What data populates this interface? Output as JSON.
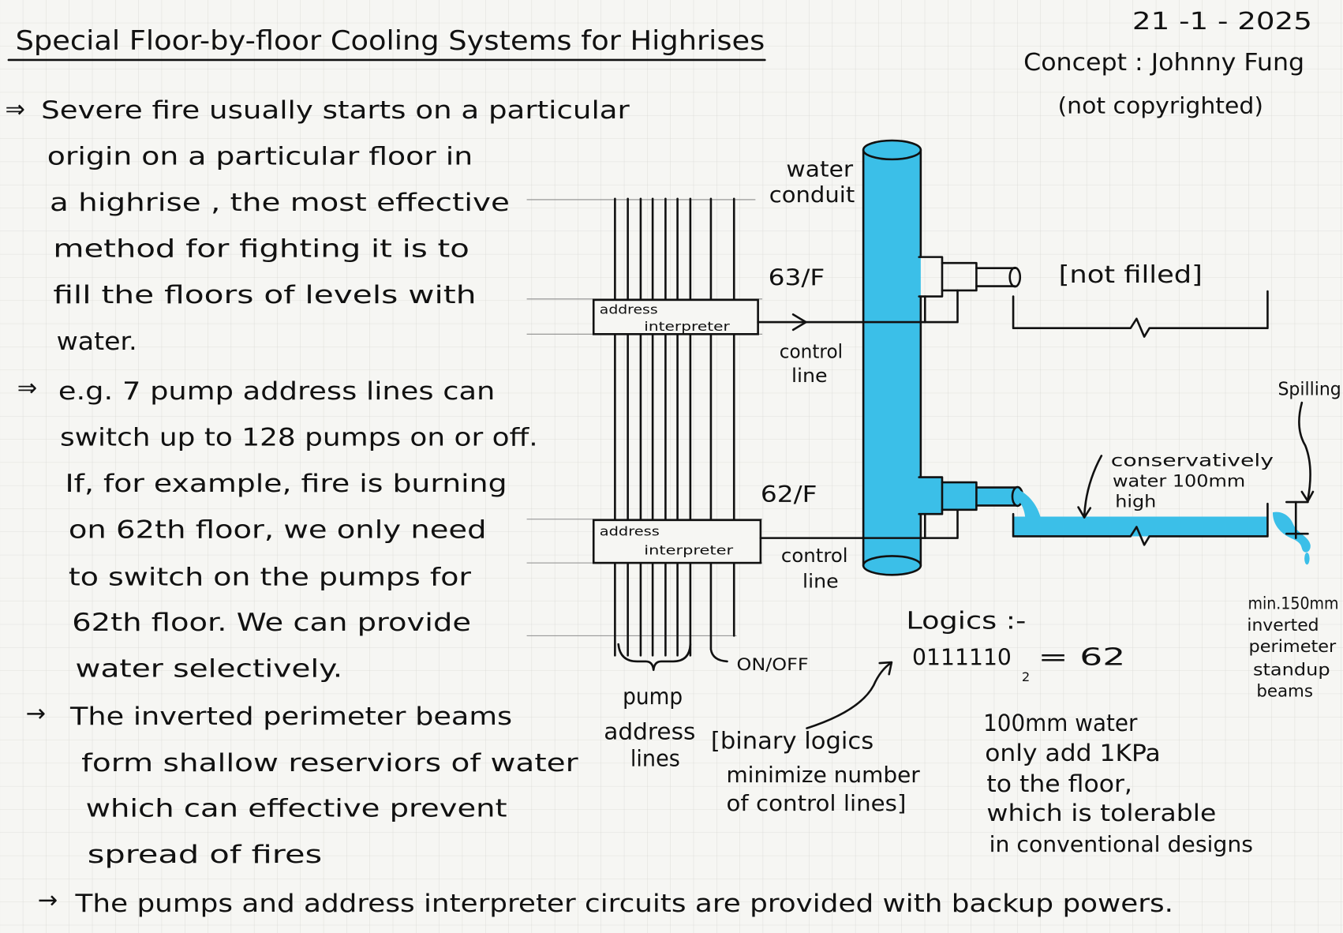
{
  "title": "Special Floor-by-floor Cooling Systems for Highrises",
  "date": "21 -1 - 2025",
  "concept": "Concept : Johnny Fung",
  "copyright_note": "(not copyrighted)",
  "notes": [
    {
      "bullet": "⇒",
      "lines": [
        "Severe fire usually starts on a particular",
        "origin on a particular floor in",
        "a highrise , the most effective",
        "method for fighting it is to",
        "fill the floors of levels with",
        "water."
      ]
    },
    {
      "bullet": "⇒",
      "lines": [
        "e.g. 7 pump address lines can",
        "switch up to 128 pumps on or off.",
        "If, for example, fire is burning",
        "on 62th floor, we only need",
        "to switch on the pumps for",
        "62th floor. We can provide",
        "water selectively."
      ]
    },
    {
      "bullet": "→",
      "lines": [
        "The inverted perimeter beams",
        "form shallow reserviors of water",
        "which can effective prevent",
        "spread of fires"
      ]
    },
    {
      "bullet": "→",
      "lines": [
        "The pumps and address interpreter circuits are provided with backup powers."
      ]
    }
  ],
  "diagram": {
    "conduit_label": [
      "water",
      "conduit"
    ],
    "floor_upper": {
      "label": "63/F",
      "status": "[not filled]"
    },
    "floor_lower": {
      "label": "62/F"
    },
    "interpreter_upper": [
      "address",
      "interpreter"
    ],
    "interpreter_lower": [
      "address",
      "interpreter"
    ],
    "control_upper": [
      "control",
      "line"
    ],
    "control_lower": [
      "control",
      "line"
    ],
    "on_off_label": "ON/OFF",
    "pump_lines_label": [
      "pump",
      "address",
      "lines"
    ],
    "spilling_label": "Spilling",
    "water_depth_note": [
      "conservatively",
      "water 100mm",
      "high"
    ],
    "beam_note": [
      "min.150mm",
      "inverted",
      "perimeter",
      "standup",
      "beams"
    ],
    "logics": {
      "heading": "Logics :-",
      "bits": "0111110",
      "base": "2",
      "equals": "= 62"
    },
    "binary_note": [
      "[binary logics",
      "minimize number",
      "of control lines]"
    ],
    "load_note": [
      "100mm water",
      "only add 1KPa",
      "to the floor,",
      "which is tolerable",
      "in conventional designs"
    ]
  },
  "colors": {
    "water": "#3bbfe8",
    "ink": "#111111",
    "paper": "#f6f6f3",
    "grid": "#dadad6"
  }
}
